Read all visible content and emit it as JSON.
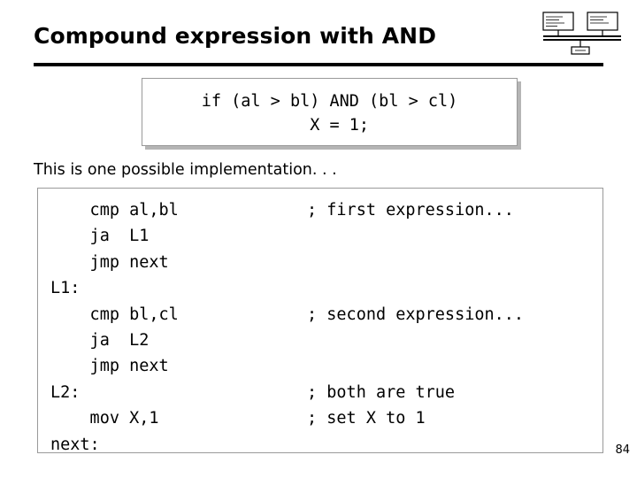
{
  "slide": {
    "title": "Compound expression with AND",
    "caption": "This is one possible implementation. . .",
    "page_number": "84",
    "expression_box": {
      "line1": "if (al > bl) AND (bl > cl)",
      "line2": "  X = 1;"
    },
    "assembly": [
      {
        "code": "    cmp al,bl",
        "comment": "; first expression..."
      },
      {
        "code": "    ja  L1",
        "comment": ""
      },
      {
        "code": "    jmp next",
        "comment": ""
      },
      {
        "code": "L1:",
        "comment": ""
      },
      {
        "code": "    cmp bl,cl",
        "comment": "; second expression..."
      },
      {
        "code": "    ja  L2",
        "comment": ""
      },
      {
        "code": "    jmp next",
        "comment": ""
      },
      {
        "code": "L2:",
        "comment": "; both are true"
      },
      {
        "code": "    mov X,1",
        "comment": "; set X to 1"
      },
      {
        "code": "next:",
        "comment": ""
      }
    ]
  },
  "colors": {
    "rule": "#000000",
    "text": "#000000",
    "box_border": "#9a9a9a",
    "background": "#ffffff"
  }
}
